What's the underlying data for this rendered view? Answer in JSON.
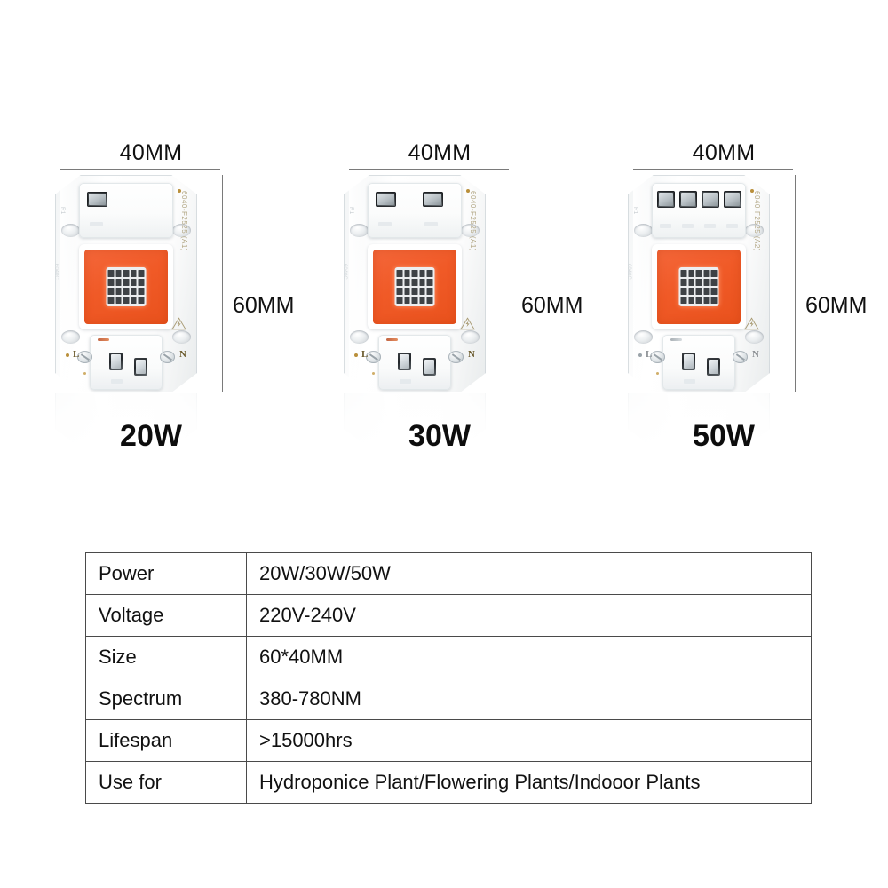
{
  "products": [
    {
      "power_label": "20W",
      "width_label": "40MM",
      "height_label": "60MM",
      "board_code": "6040-F2525 (A1)",
      "rev_code": "R1",
      "terminal_live": "L",
      "terminal_neutral": "N",
      "driver_component_count": 1,
      "emitter_color": "#F05A27"
    },
    {
      "power_label": "30W",
      "width_label": "40MM",
      "height_label": "60MM",
      "board_code": "6040-F2525 (A1)",
      "rev_code": "R1",
      "terminal_live": "L",
      "terminal_neutral": "N",
      "driver_component_count": 2,
      "emitter_color": "#F05A27"
    },
    {
      "power_label": "50W",
      "width_label": "40MM",
      "height_label": "60MM",
      "board_code": "6040-F2525 (A2)",
      "rev_code": "R1",
      "terminal_live": "L",
      "terminal_neutral": "N",
      "driver_component_count": 4,
      "emitter_color": "#F05A27"
    }
  ],
  "spec_table": {
    "rows": [
      {
        "key": "Power",
        "value": "20W/30W/50W"
      },
      {
        "key": "Voltage",
        "value": "220V-240V"
      },
      {
        "key": "Size",
        "value": "60*40MM"
      },
      {
        "key": "Spectrum",
        "value": "380-780NM"
      },
      {
        "key": "Lifespan",
        "value": ">15000hrs"
      },
      {
        "key": "Use for",
        "value": "Hydroponice Plant/Flowering Plants/Indooor Plants"
      }
    ]
  }
}
